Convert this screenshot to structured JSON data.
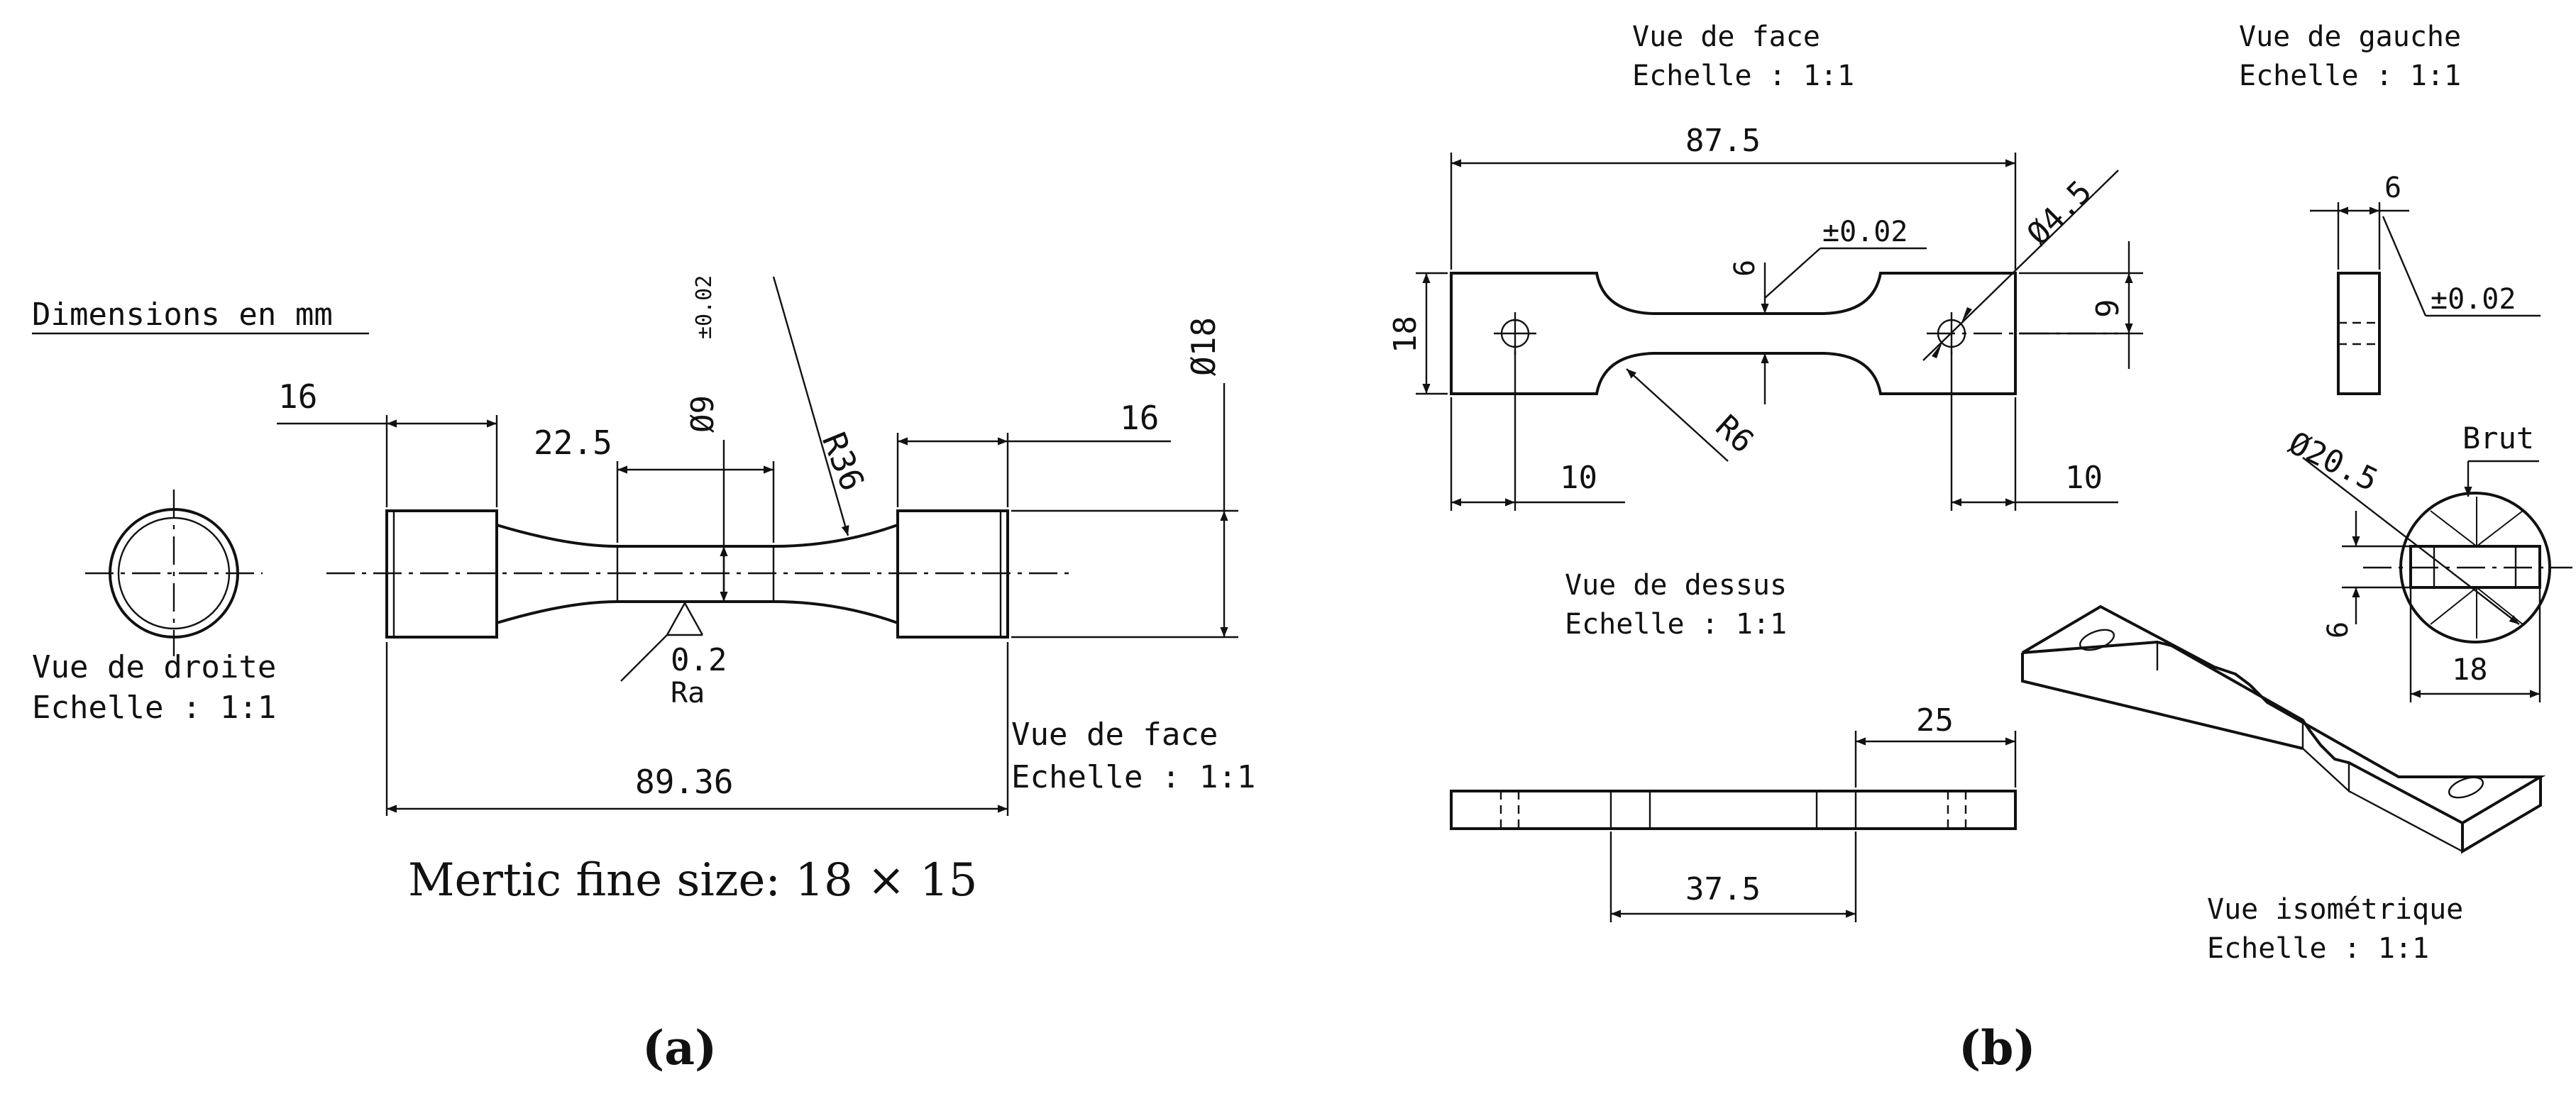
{
  "panel_a": {
    "label": "(a)",
    "units_note": "Dimensions en mm",
    "size_note": "Mertic fine size: 18 × 15",
    "right_view": {
      "title": "Vue de droite",
      "scale": "Echelle :  1:1"
    },
    "front_view": {
      "title": "Vue de face",
      "scale": "Echelle :  1:1"
    },
    "dims": {
      "grip_left": "16",
      "gauge_length": "22.5",
      "gauge_dia": "Ø9",
      "gauge_tol": "±0.02",
      "radius": "R36",
      "grip_right": "16",
      "grip_dia": "Ø18",
      "roughness": "0.2",
      "roughness_label": "Ra",
      "overall": "89.36"
    }
  },
  "panel_b": {
    "label": "(b)",
    "front_view": {
      "title": "Vue de face",
      "scale": "Echelle :  1:1"
    },
    "left_view": {
      "title": "Vue de gauche",
      "scale": "Echelle :  1:1"
    },
    "top_view": {
      "title": "Vue de dessus",
      "scale": "Echelle :  1:1"
    },
    "iso_view": {
      "title": "Vue isométrique",
      "scale": "Echelle :  1:1"
    },
    "dims": {
      "overall": "87.5",
      "height": "18",
      "neck": "6",
      "tol": "±0.02",
      "hole": "Ø4.5",
      "tab": "9",
      "fillet": "R6",
      "left_offset": "10",
      "right_offset": "10",
      "thickness": "6",
      "thickness_tol": "±0.02",
      "stock_dia": "Ø20.5",
      "stock_label": "Brut",
      "stock_thk": "6",
      "stock_width": "18",
      "top_offset": "25",
      "top_span": "37.5"
    }
  }
}
